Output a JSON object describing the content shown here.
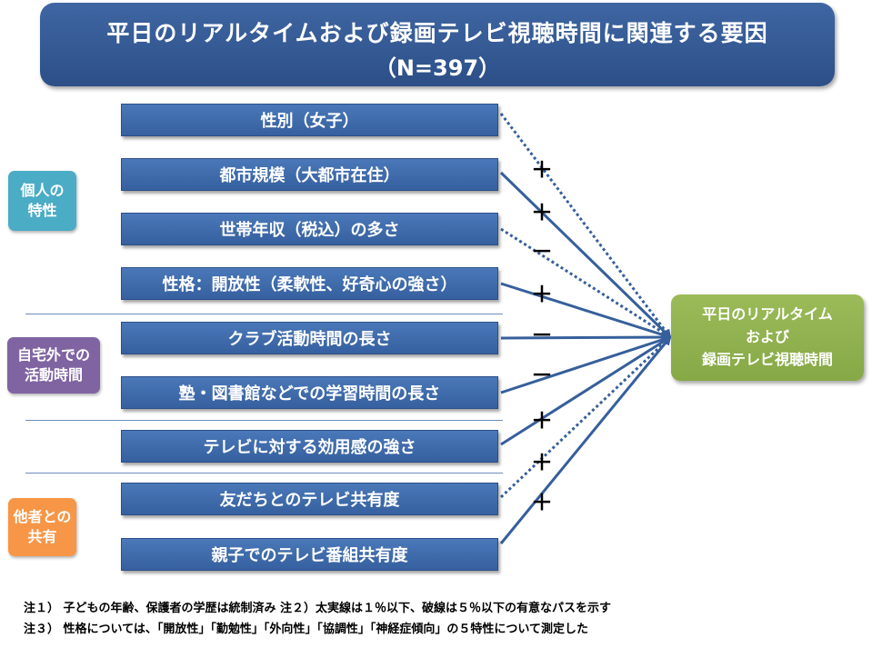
{
  "title": {
    "main": "平日のリアルタイムおよび録画テレビ視聴時間に関連する要因",
    "sub": "（N=397）"
  },
  "groups": [
    {
      "line1": "個人の",
      "line2": "特性",
      "color": "#4bacc6"
    },
    {
      "line1": "自宅外での",
      "line2": "活動時間",
      "color": "#8064a2"
    },
    {
      "line1": "他者との",
      "line2": "共有",
      "color": "#f79646"
    }
  ],
  "factors": [
    {
      "label": "性別（女子）",
      "line": "dotted"
    },
    {
      "label": "都市規模（大都市在住）",
      "line": "solid"
    },
    {
      "label": "世帯年収（税込）の多さ",
      "line": "dotted"
    },
    {
      "label": "性格：開放性（柔軟性、好奇心の強さ）",
      "line": "solid"
    },
    {
      "label": "クラブ活動時間の長さ",
      "line": "solid"
    },
    {
      "label": "塾・図書館などでの学習時間の長さ",
      "line": "solid"
    },
    {
      "label": "テレビに対する効用感の強さ",
      "line": "solid"
    },
    {
      "label": "友だちとのテレビ共有度",
      "line": "dotted"
    },
    {
      "label": "親子でのテレビ番組共有度",
      "line": "solid"
    }
  ],
  "signs": [
    "＋",
    "＋",
    "－",
    "＋",
    "－",
    "－",
    "＋",
    "＋",
    "＋"
  ],
  "outcome": {
    "line1": "平日のリアルタイム",
    "line2": "および",
    "line3": "録画テレビ視聴時間"
  },
  "notes": {
    "note1": "注１） 子どもの年齢、保護者の学歴は統制済み 注２）太実線は１％以下、破線は５％以下の有意なパスを示す",
    "note2": "注３） 性格については、「開放性」「勤勉性」「外向性」「協調性」「神経症傾向」の５特性について測定した"
  },
  "colors": {
    "title_bg": "#335a96",
    "factor_bg": "#3f6cad",
    "line": "#365f9c",
    "outcome_bg": "#9bbb59"
  }
}
